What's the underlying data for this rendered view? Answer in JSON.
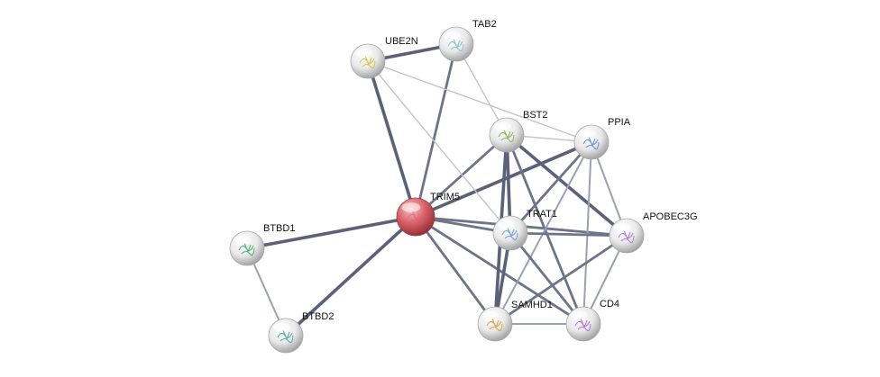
{
  "network": {
    "nodes": [
      {
        "id": "TRIM5",
        "label": "TRIM5",
        "query": true,
        "icon": "protein-structure-icon",
        "color": "#d9606a"
      },
      {
        "id": "UBE2N",
        "label": "UBE2N",
        "icon": "protein-structure-icon",
        "color": "#d4c23a"
      },
      {
        "id": "TAB2",
        "label": "TAB2",
        "icon": "protein-structure-icon",
        "color": "#7fc4c8"
      },
      {
        "id": "BST2",
        "label": "BST2",
        "icon": "protein-structure-icon",
        "color": "#8fa85a"
      },
      {
        "id": "PPIA",
        "label": "PPIA",
        "icon": "protein-structure-icon",
        "color": "#5a8fd4"
      },
      {
        "id": "TRAT1",
        "label": "TRAT1",
        "icon": "protein-structure-icon",
        "color": "#6a9ad0"
      },
      {
        "id": "APOBEC3G",
        "label": "APOBEC3G",
        "icon": "protein-structure-icon",
        "color": "#a87ad0"
      },
      {
        "id": "BTBD1",
        "label": "BTBD1",
        "icon": "protein-structure-icon",
        "color": "#4aa86a"
      },
      {
        "id": "BTBD2",
        "label": "BTBD2",
        "icon": "protein-structure-icon",
        "color": "#4aa8a0"
      },
      {
        "id": "SAMHD1",
        "label": "SAMHD1",
        "icon": "protein-structure-icon",
        "color": "#d4a03a"
      },
      {
        "id": "CD4",
        "label": "CD4",
        "icon": "protein-structure-icon",
        "color": "#b06ad4"
      }
    ],
    "edges": [
      {
        "from": "TRIM5",
        "to": "UBE2N",
        "weight": "strong"
      },
      {
        "from": "TRIM5",
        "to": "TAB2",
        "weight": "medium"
      },
      {
        "from": "TRIM5",
        "to": "BST2",
        "weight": "medium"
      },
      {
        "from": "TRIM5",
        "to": "PPIA",
        "weight": "strong"
      },
      {
        "from": "TRIM5",
        "to": "TRAT1",
        "weight": "medium"
      },
      {
        "from": "TRIM5",
        "to": "APOBEC3G",
        "weight": "medium"
      },
      {
        "from": "TRIM5",
        "to": "BTBD1",
        "weight": "strong"
      },
      {
        "from": "TRIM5",
        "to": "BTBD2",
        "weight": "strong"
      },
      {
        "from": "TRIM5",
        "to": "SAMHD1",
        "weight": "medium"
      },
      {
        "from": "TRIM5",
        "to": "CD4",
        "weight": "medium"
      },
      {
        "from": "UBE2N",
        "to": "TAB2",
        "weight": "strong"
      },
      {
        "from": "UBE2N",
        "to": "PPIA",
        "weight": "weak"
      },
      {
        "from": "UBE2N",
        "to": "TRAT1",
        "weight": "weak"
      },
      {
        "from": "TAB2",
        "to": "BST2",
        "weight": "weak"
      },
      {
        "from": "BST2",
        "to": "PPIA",
        "weight": "weak"
      },
      {
        "from": "BST2",
        "to": "TRAT1",
        "weight": "strong"
      },
      {
        "from": "BST2",
        "to": "APOBEC3G",
        "weight": "strong"
      },
      {
        "from": "BST2",
        "to": "SAMHD1",
        "weight": "strong"
      },
      {
        "from": "BST2",
        "to": "CD4",
        "weight": "medium"
      },
      {
        "from": "PPIA",
        "to": "TRAT1",
        "weight": "medium"
      },
      {
        "from": "PPIA",
        "to": "APOBEC3G",
        "weight": "light"
      },
      {
        "from": "PPIA",
        "to": "SAMHD1",
        "weight": "light"
      },
      {
        "from": "PPIA",
        "to": "CD4",
        "weight": "light"
      },
      {
        "from": "TRAT1",
        "to": "APOBEC3G",
        "weight": "medium"
      },
      {
        "from": "TRAT1",
        "to": "SAMHD1",
        "weight": "strong"
      },
      {
        "from": "TRAT1",
        "to": "CD4",
        "weight": "medium"
      },
      {
        "from": "APOBEC3G",
        "to": "SAMHD1",
        "weight": "medium"
      },
      {
        "from": "APOBEC3G",
        "to": "CD4",
        "weight": "light"
      },
      {
        "from": "SAMHD1",
        "to": "CD4",
        "weight": "light"
      },
      {
        "from": "BTBD1",
        "to": "BTBD2",
        "weight": "light"
      }
    ],
    "edge_styles": {
      "strong": {
        "color": "#5c6078"
      },
      "medium": {
        "color": "#6f7389"
      },
      "light": {
        "color": "#9da0b0"
      },
      "weak": {
        "color": "#c2c4cc"
      }
    },
    "node_fill": "#e6e6e6",
    "query_fill": "#d9606a"
  }
}
